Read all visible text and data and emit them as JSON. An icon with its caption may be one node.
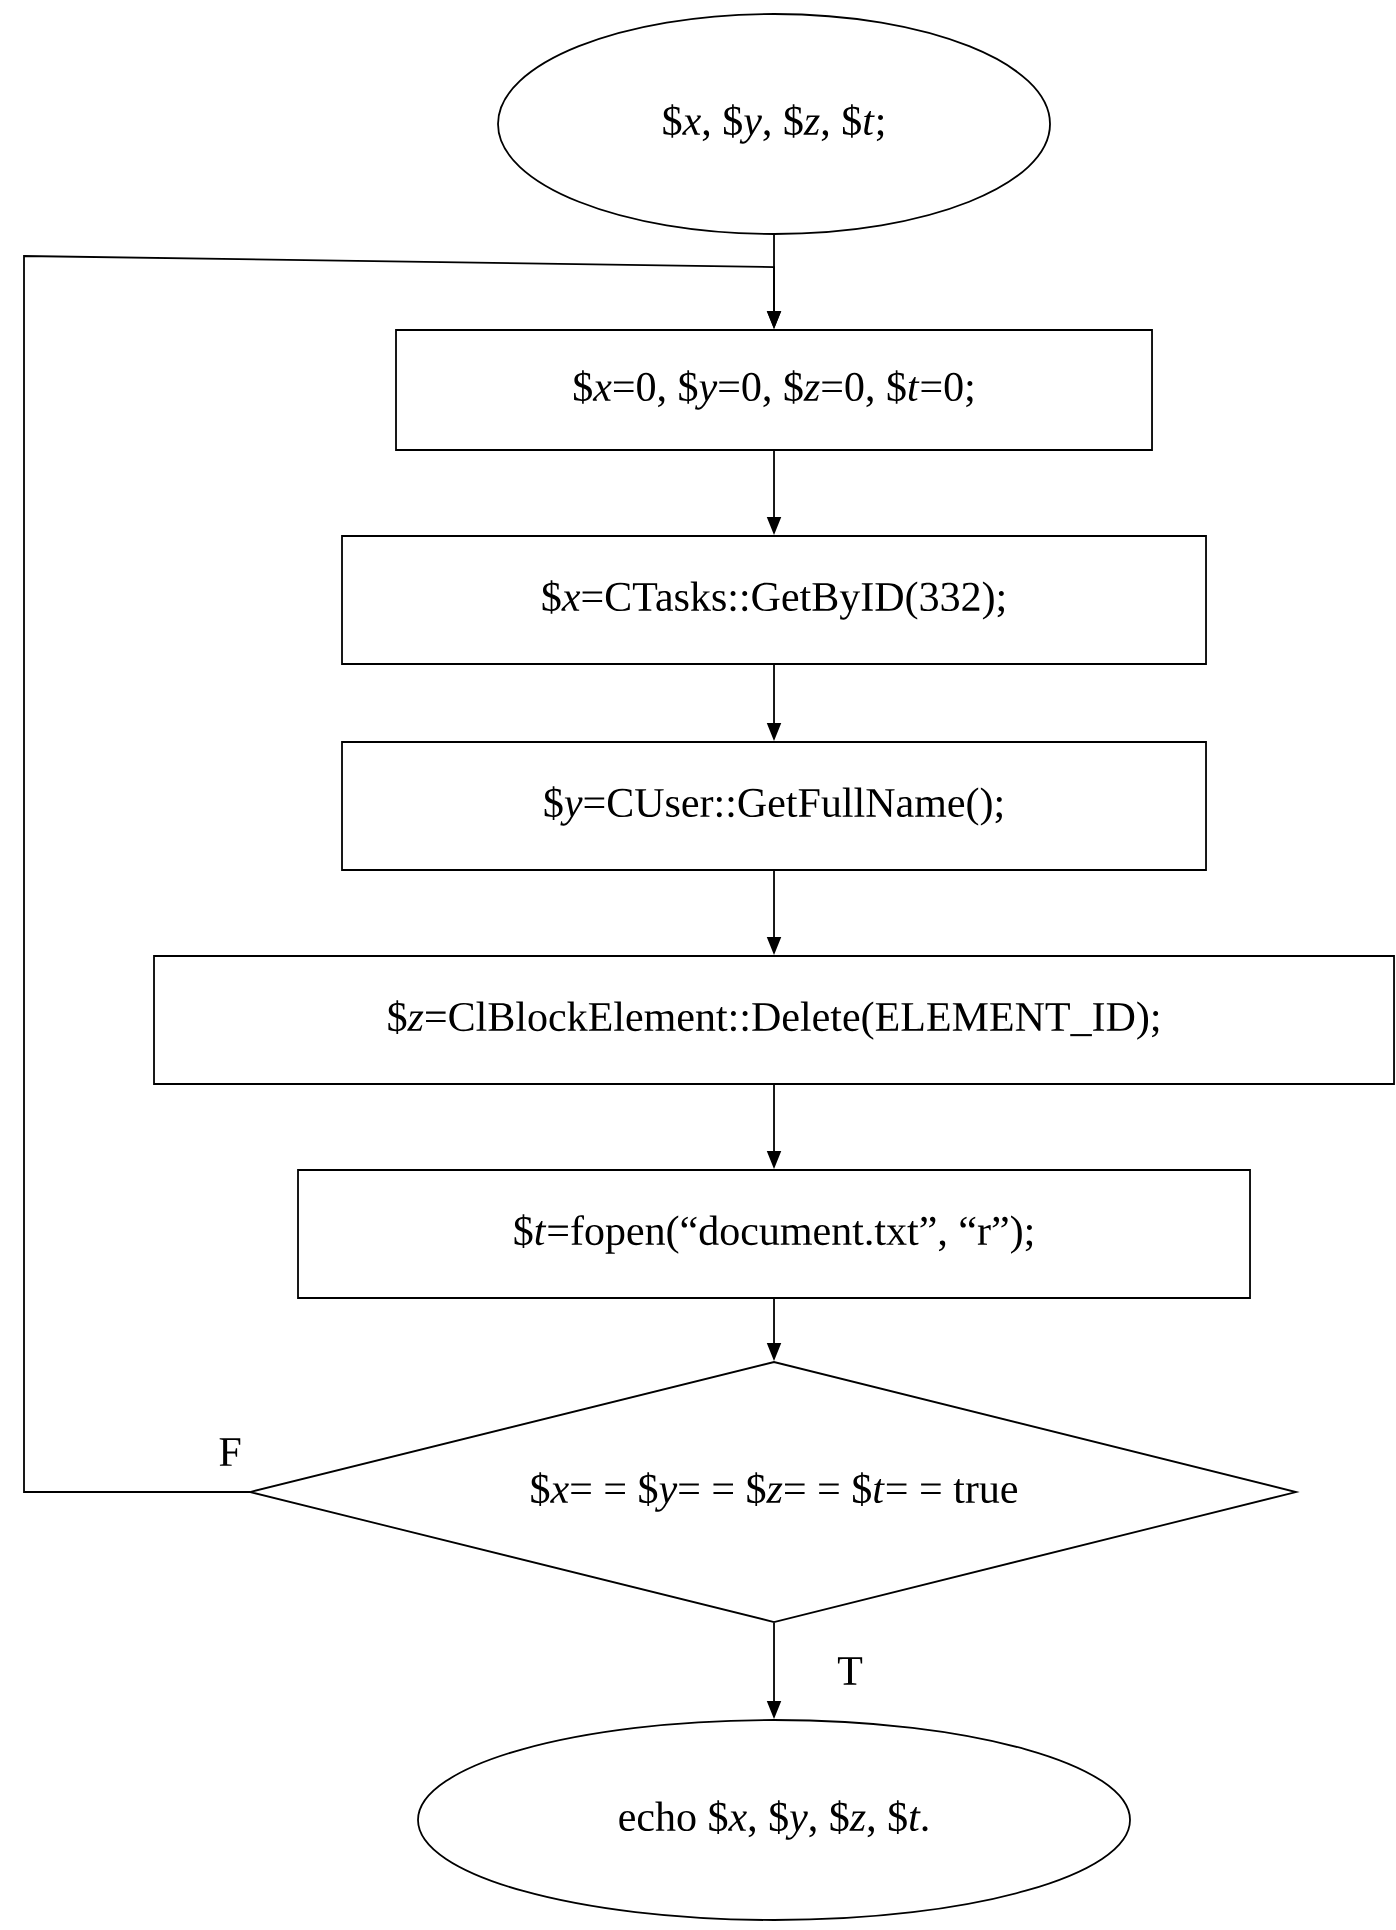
{
  "diagram": {
    "nodes": [
      {
        "text": [
          "$*x*, $*y*, $*z*, $*t*;"
        ]
      },
      {
        "text": [
          "$*x*=0, $*y*=0, $*z*=0, $*t*=0;"
        ]
      },
      {
        "text": [
          "$*x*=CTasks::GetByID(332);"
        ]
      },
      {
        "text": [
          "$*y*=CUser::GetFullName();"
        ]
      },
      {
        "text": [
          "$*z*=ClBlockElement::Delete(ELEMENT_ID);"
        ]
      },
      {
        "text": [
          "$*t*=fopen(“document.txt”, “r”);"
        ]
      },
      {
        "text": [
          "$*x*= = $*y*= = $*z*= = $*t*= = true"
        ]
      },
      {
        "text": [
          "echo $*x*, $*y*, $*z*, $*t*."
        ]
      }
    ],
    "edges": [
      {
        "from": 0,
        "to": 1,
        "arrow": "to"
      },
      {
        "from": 1,
        "to": 2,
        "arrow": "to"
      },
      {
        "from": 2,
        "to": 3,
        "arrow": "to"
      },
      {
        "from": 3,
        "to": 4,
        "arrow": "to"
      },
      {
        "from": 4,
        "to": 5,
        "arrow": "to"
      },
      {
        "from": 5,
        "to": 6,
        "arrow": "to"
      },
      {
        "from": 6,
        "to": 7,
        "label": "T",
        "arrow": "to"
      },
      {
        "from": 6,
        "to": 1,
        "label": "F",
        "arrow": "to"
      }
    ]
  }
}
